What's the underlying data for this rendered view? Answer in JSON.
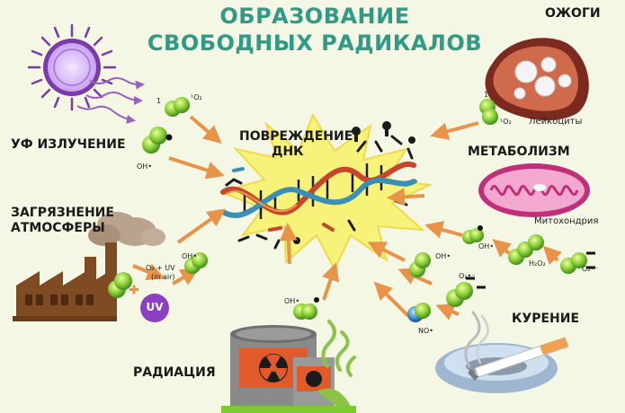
{
  "title": {
    "line1": "ОБРАЗОВАНИЕ",
    "line2": "СВОБОДНЫХ РАДИКАЛОВ"
  },
  "center": {
    "label_line1": "ПОВРЕЖДЕНИЕ",
    "label_line2": "ДНК"
  },
  "sources": {
    "uv": "УФ ИЗЛУЧЕНИЕ",
    "pollution_line1": "ЗАГРЯЗНЕНИЕ",
    "pollution_line2": "АТМОСФЕРЫ",
    "radiation": "РАДИАЦИЯ",
    "burns": "ОЖОГИ",
    "metabolism": "МЕТАБОЛИЗМ",
    "smoking": "КУРЕНИЕ"
  },
  "captions": {
    "leukocytes": "Лейкоциты",
    "mitochondria": "Митохондрия",
    "uv_badge": "UV"
  },
  "molecules": {
    "singlet_num": "1",
    "singlet_o2": "¹O₂",
    "oh": "OH•",
    "h2o2": "H₂O₂",
    "o2_rad": "O₂•⁻",
    "no": "NO•",
    "o3_uv": "O₃ + UV",
    "in_air": "(in air)"
  },
  "colors": {
    "title": "#2f9a87",
    "background": "#f3f7e3",
    "arrow": "#e8924a",
    "molecule": "#7ec832",
    "burst": "#f6f27a",
    "dna_red": "#c7452c",
    "dna_blue": "#3a8fb7"
  }
}
